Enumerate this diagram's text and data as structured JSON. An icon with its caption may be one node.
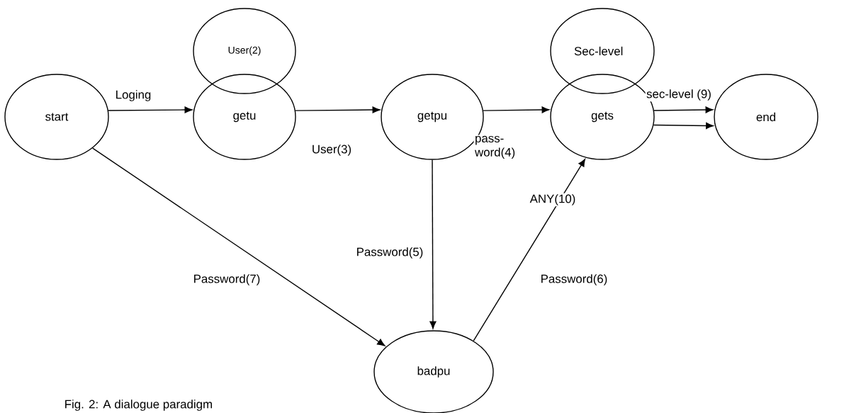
{
  "diagram": {
    "caption": "Fig. 2: A dialogue paradigm",
    "nodes": [
      {
        "text": [
          "start"
        ]
      },
      {
        "text": [
          "User(2)"
        ]
      },
      {
        "text": [
          "getu"
        ]
      },
      {
        "text": [
          "getpu"
        ]
      },
      {
        "text": [
          "Sec-level"
        ]
      },
      {
        "text": [
          "gets"
        ]
      },
      {
        "text": [
          "end"
        ]
      },
      {
        "text": [
          "badpu"
        ]
      }
    ],
    "edges": [
      {
        "from": 0,
        "to": 2,
        "arrow": "to",
        "label": "Loging"
      },
      {
        "from": 2,
        "to": 3,
        "arrow": "to",
        "label": "User(3)"
      },
      {
        "from": 3,
        "to": 5,
        "arrow": "to",
        "label": "pass-word(4)"
      },
      {
        "from": 5,
        "to": 6,
        "arrow": "to",
        "label": "sec-level (9)"
      },
      {
        "from": 5,
        "to": 6,
        "arrow": "to"
      },
      {
        "from": 3,
        "to": 7,
        "arrow": "to",
        "label": "Password(5)"
      },
      {
        "from": 7,
        "to": 5,
        "arrow": "to",
        "label": "Password(6)"
      },
      {
        "from": 0,
        "to": 7,
        "arrow": "to",
        "label": "Password(7)"
      }
    ],
    "labels": [
      "ANY(10)"
    ]
  }
}
